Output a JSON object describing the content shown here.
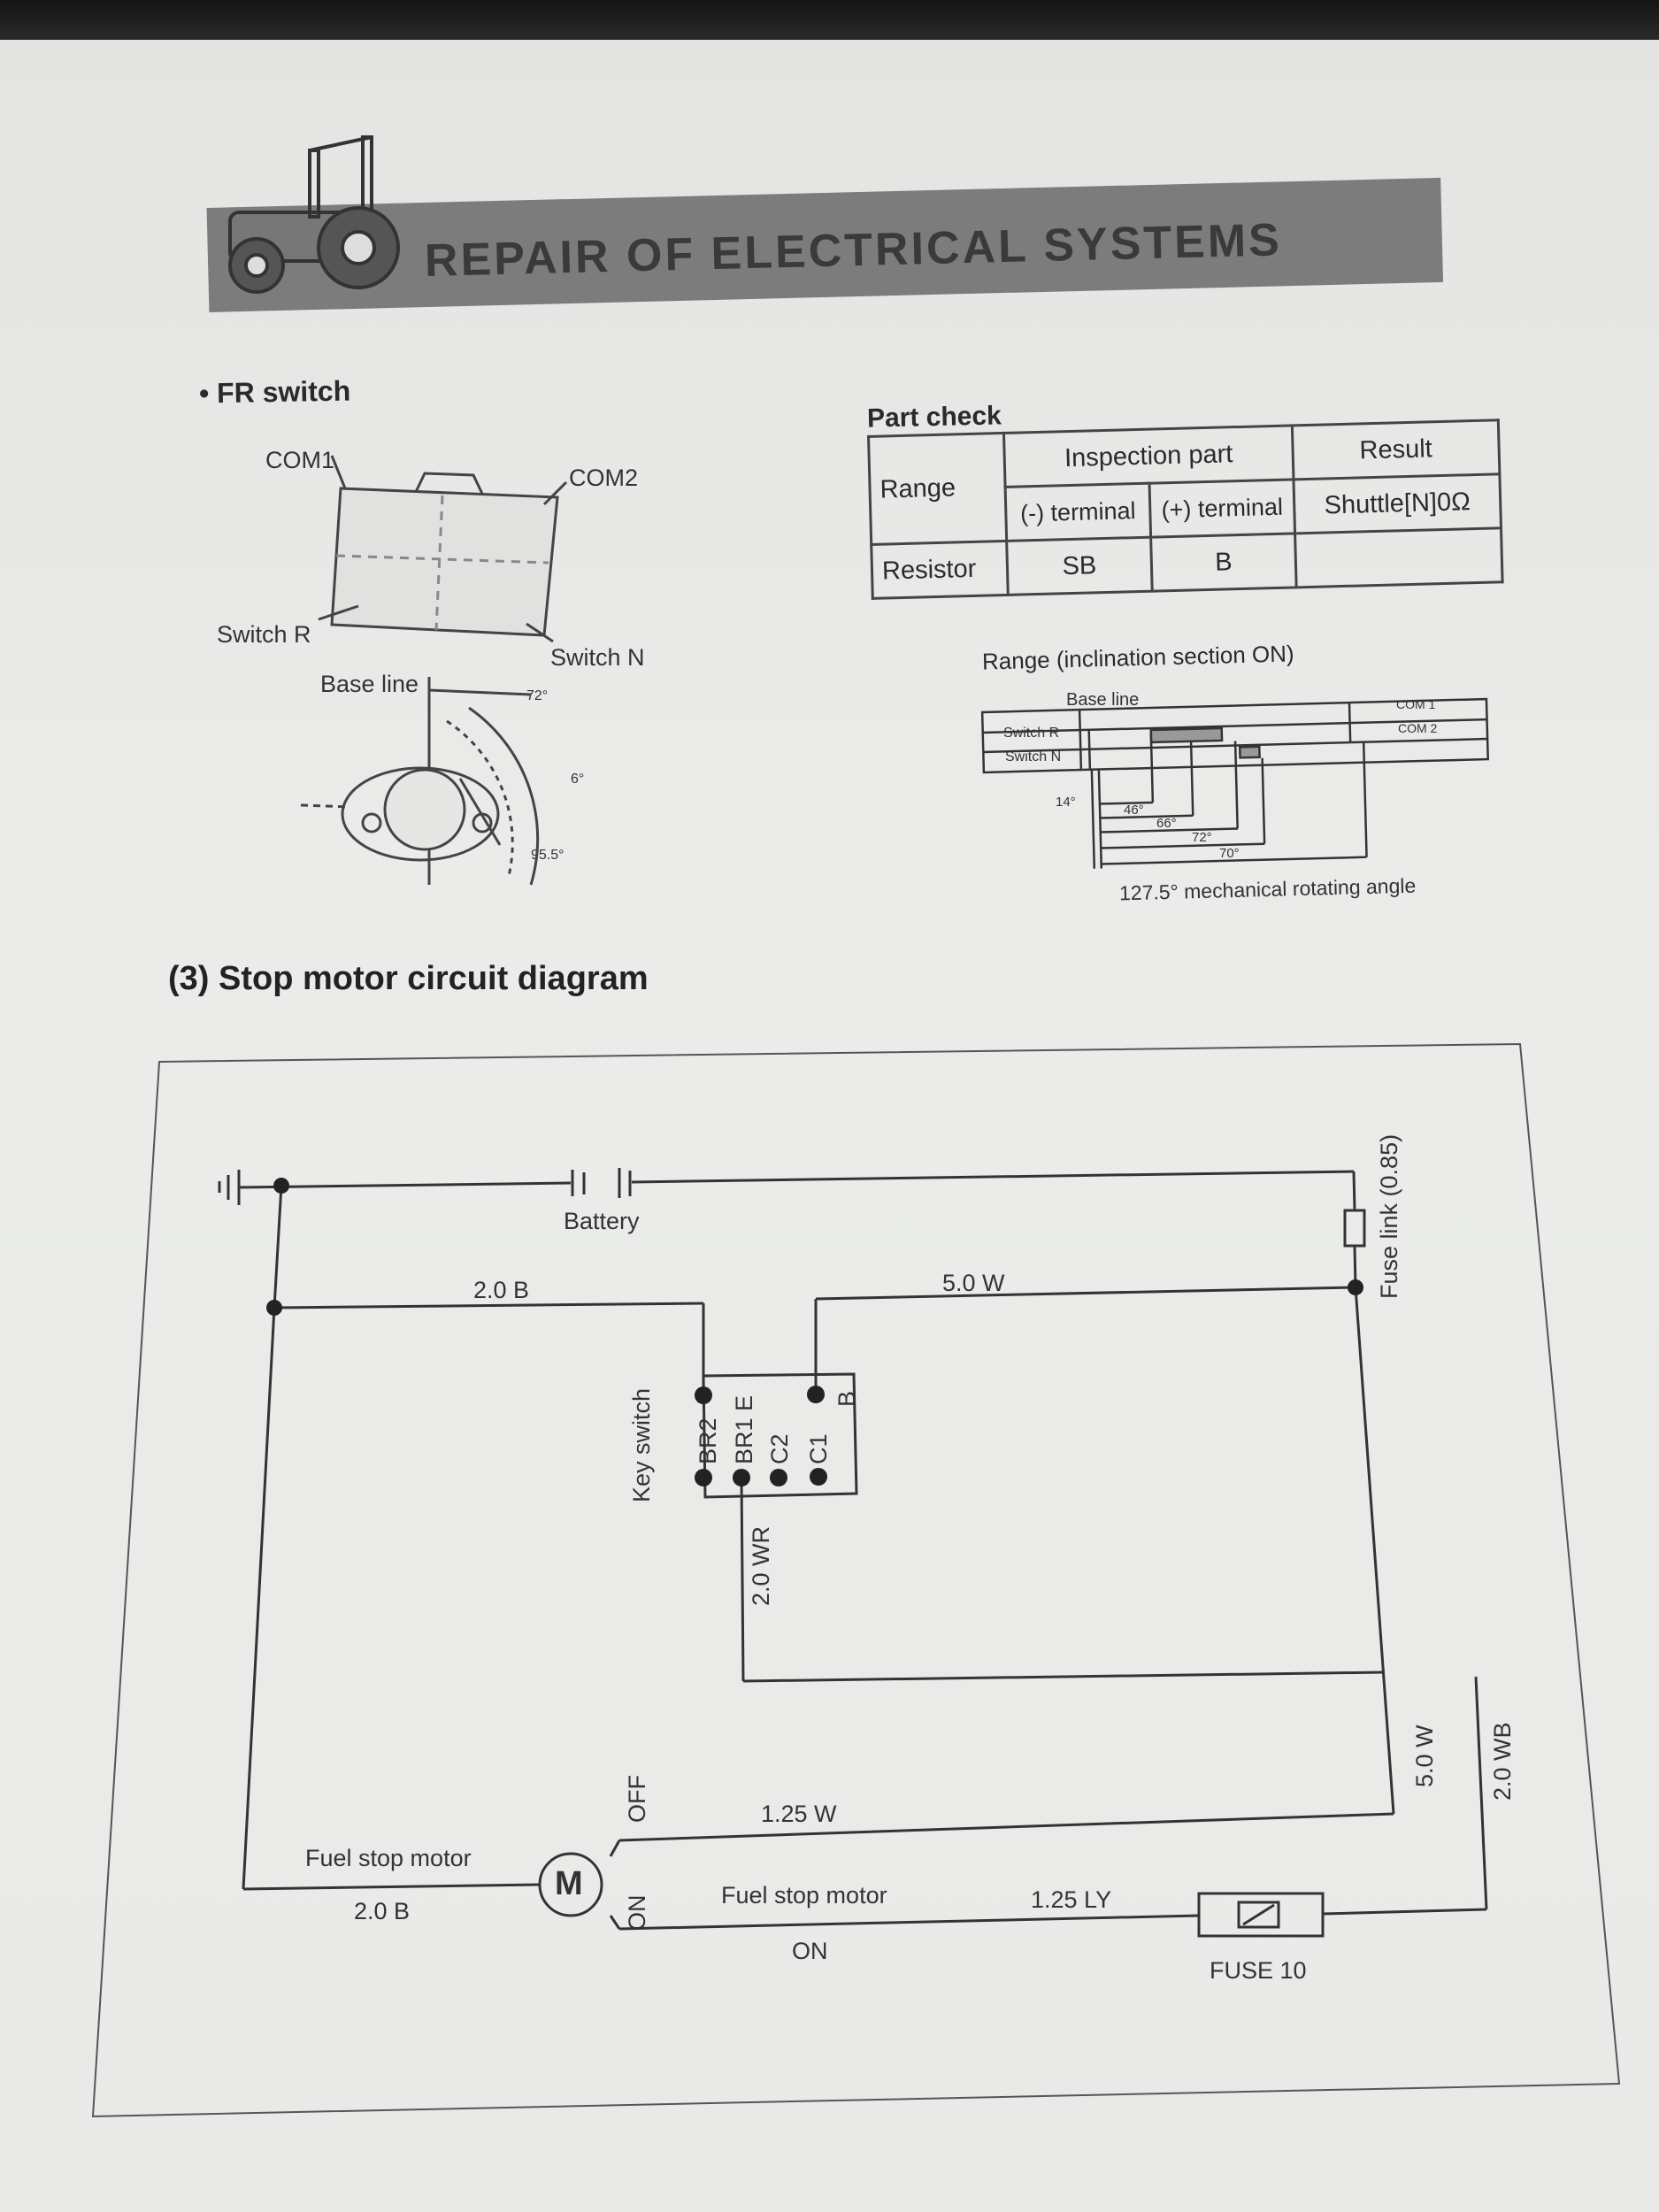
{
  "header": {
    "title": "REPAIR OF ELECTRICAL SYSTEMS"
  },
  "fr_switch": {
    "heading": "• FR switch",
    "labels": {
      "com1": "COM1",
      "com2": "COM2",
      "switch_r": "Switch R",
      "switch_n": "Switch N",
      "base_line": "Base line"
    },
    "angles": [
      "72°",
      "6°",
      "95.5°"
    ]
  },
  "part_check": {
    "heading": "Part check",
    "inspection_part": "Inspection part",
    "result": "Result",
    "range": "Range",
    "minus_terminal": "(-) terminal",
    "plus_terminal": "(+) terminal",
    "shuttle": "Shuttle[N]0Ω",
    "resistor": "Resistor",
    "sb": "SB",
    "b": "B"
  },
  "range_chart": {
    "title": "Range (inclination section ON)",
    "base_line": "Base line",
    "com1": "COM 1",
    "com2": "COM 2",
    "switch_r": "Switch R",
    "switch_n": "Switch N",
    "angles": [
      "14°",
      "46°",
      "66°",
      "72°",
      "70°"
    ],
    "mech_angle": "127.5° mechanical rotating angle"
  },
  "circuit": {
    "heading": "(3) Stop motor circuit diagram",
    "battery": "Battery",
    "fuse_link": "Fuse link (0.85)",
    "wire_2b_top": "2.0 B",
    "wire_5w_top": "5.0 W",
    "key_switch": "Key switch",
    "terminals": [
      "BR2",
      "BR1",
      "C2",
      "C1"
    ],
    "terminal_e": "E",
    "terminal_b": "B",
    "wire_2wr": "2.0 WR",
    "wire_5w_right": "5.0 W",
    "wire_2wb": "2.0 WB",
    "off": "OFF",
    "on_vertical": "ON",
    "wire_125w": "1.25 W",
    "fuel_stop_motor_left": "Fuel stop motor",
    "wire_2b_bottom": "2.0 B",
    "motor_symbol": "M",
    "fuel_stop_motor_right": "Fuel stop motor",
    "on_bottom": "ON",
    "wire_125ly": "1.25 LY",
    "fuse10": "FUSE 10"
  }
}
